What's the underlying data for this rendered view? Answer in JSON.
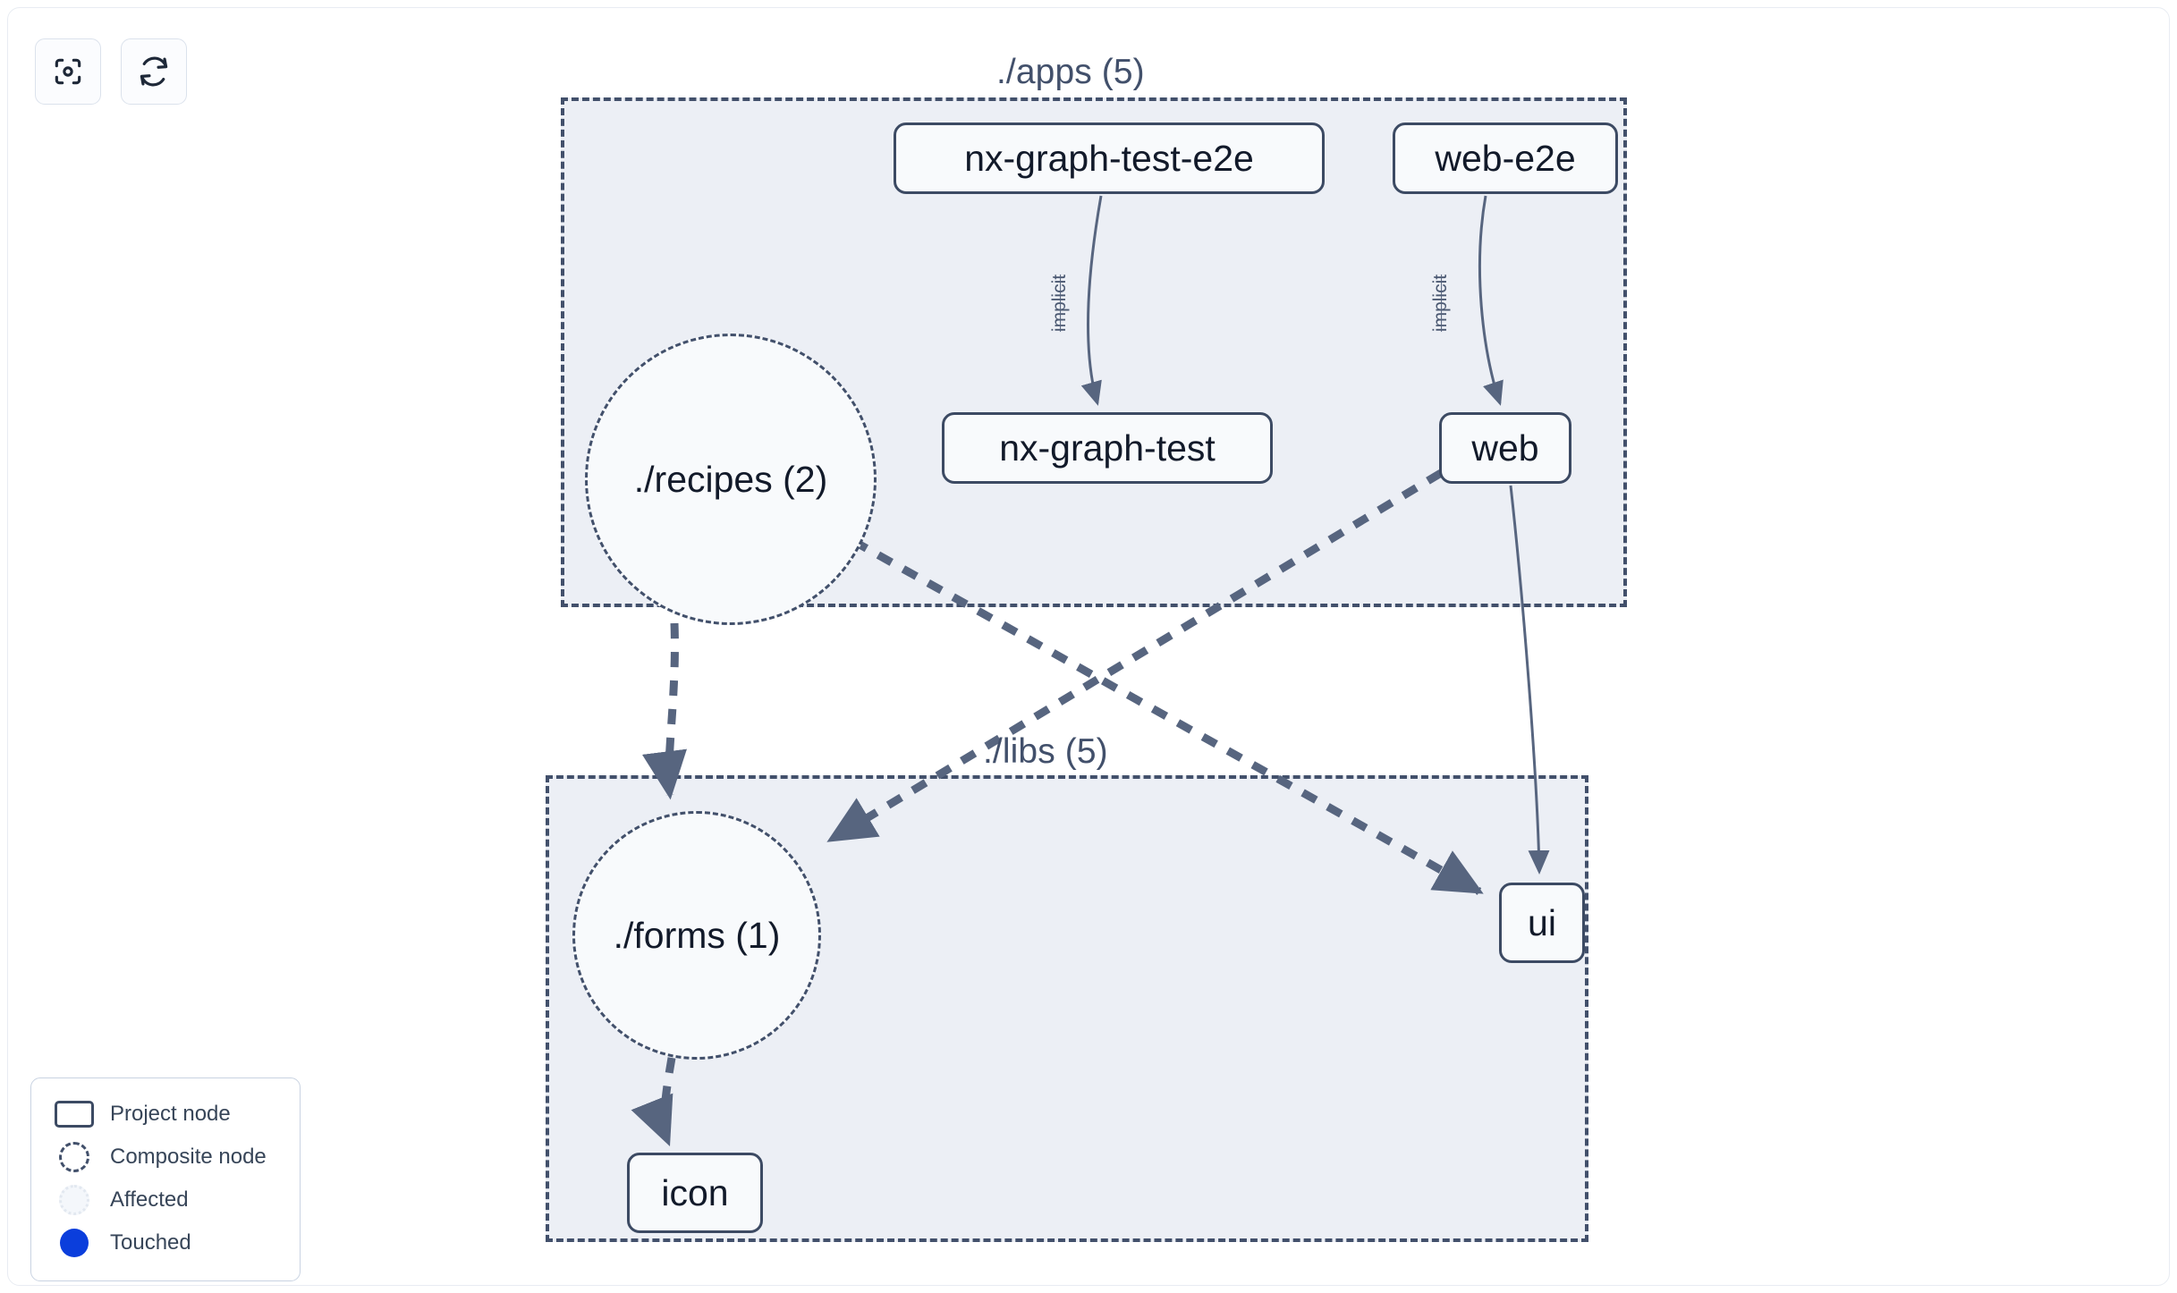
{
  "toolbar": {
    "buttons": [
      {
        "name": "focus-graph-button",
        "icon": "viewfinder-focus-icon",
        "label": ""
      },
      {
        "name": "refresh-graph-button",
        "icon": "refresh-icon",
        "label": ""
      }
    ]
  },
  "graph": {
    "groups": [
      {
        "id": "apps",
        "label": "./apps (5)",
        "count": 5
      },
      {
        "id": "libs",
        "label": "./libs (5)",
        "count": 5
      }
    ],
    "project_nodes": [
      {
        "id": "nx-graph-test-e2e",
        "label": "nx-graph-test-e2e",
        "group": "apps"
      },
      {
        "id": "web-e2e",
        "label": "web-e2e",
        "group": "apps"
      },
      {
        "id": "nx-graph-test",
        "label": "nx-graph-test",
        "group": "apps"
      },
      {
        "id": "web",
        "label": "web",
        "group": "apps"
      },
      {
        "id": "ui",
        "label": "ui",
        "group": "libs"
      },
      {
        "id": "icon",
        "label": "icon",
        "group": "libs"
      }
    ],
    "composite_nodes": [
      {
        "id": "recipes",
        "label": "./recipes (2)",
        "group": "apps",
        "count": 2
      },
      {
        "id": "forms",
        "label": "./forms (1)",
        "group": "libs",
        "count": 1
      }
    ],
    "edges": [
      {
        "from": "nx-graph-test-e2e",
        "to": "nx-graph-test",
        "label": "implicit",
        "style": "solid"
      },
      {
        "from": "web-e2e",
        "to": "web",
        "label": "implicit",
        "style": "solid"
      },
      {
        "from": "web",
        "to": "ui",
        "label": "",
        "style": "solid"
      },
      {
        "from": "recipes",
        "to": "forms",
        "label": "",
        "style": "dashed"
      },
      {
        "from": "recipes",
        "to": "ui",
        "label": "",
        "style": "dashed"
      },
      {
        "from": "web",
        "to": "forms",
        "label": "",
        "style": "dashed"
      },
      {
        "from": "forms",
        "to": "icon",
        "label": "",
        "style": "dashed"
      }
    ]
  },
  "legend": {
    "items": [
      {
        "key": "project",
        "label": "Project node"
      },
      {
        "key": "composite",
        "label": "Composite node"
      },
      {
        "key": "affected",
        "label": "Affected"
      },
      {
        "key": "touched",
        "label": "Touched"
      }
    ]
  },
  "colors": {
    "node_border": "#3c4a63",
    "node_fill": "#f8fafc",
    "group_fill": "#eceff5",
    "group_border": "#42506b",
    "edge": "#57657f",
    "touched": "#0b3edc",
    "text": "#121a2a",
    "canvas": "#ffffff"
  }
}
